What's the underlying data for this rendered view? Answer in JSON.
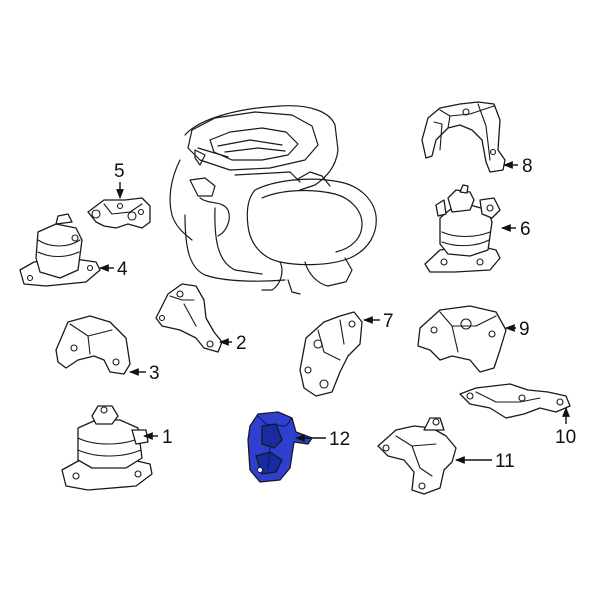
{
  "diagram": {
    "colors": {
      "line": "#1a1a1a",
      "highlight": "#2f3fd0",
      "highlight_dark": "#1a2aa0",
      "background": "#ffffff"
    },
    "highlighted_part": "12",
    "callouts": [
      {
        "id": "c1",
        "label": "1"
      },
      {
        "id": "c2",
        "label": "2"
      },
      {
        "id": "c3",
        "label": "3"
      },
      {
        "id": "c4",
        "label": "4"
      },
      {
        "id": "c5",
        "label": "5"
      },
      {
        "id": "c6",
        "label": "6"
      },
      {
        "id": "c7",
        "label": "7"
      },
      {
        "id": "c8",
        "label": "8"
      },
      {
        "id": "c9",
        "label": "9"
      },
      {
        "id": "c10",
        "label": "10"
      },
      {
        "id": "c11",
        "label": "11"
      },
      {
        "id": "c12",
        "label": "12"
      }
    ]
  }
}
